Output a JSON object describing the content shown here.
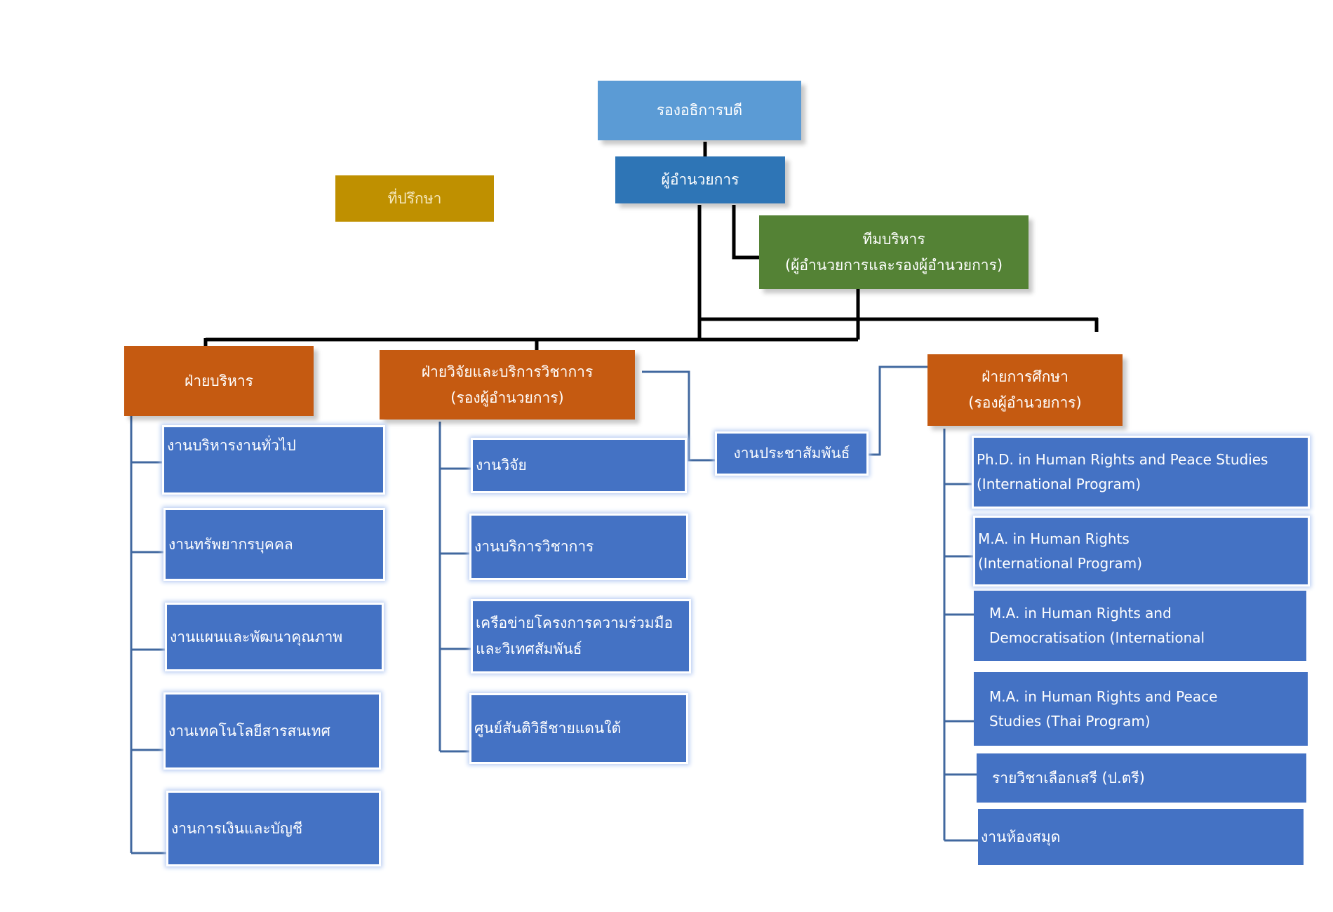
{
  "top": {
    "vice_rector": "รองอธิการบดี",
    "director": "ผู้อำนวยการ",
    "advisor": "ที่ปรึกษา",
    "management_team": [
      "ทีมบริหาร",
      "(ผู้อำนวยการและรองผู้อำนวยการ)"
    ]
  },
  "divisions": {
    "administration": {
      "title": "ฝ่ายบริหาร",
      "units": [
        "งานบริหารงานทั่วไป",
        "งานทรัพยากรบุคคล",
        "งานแผนและพัฒนาคุณภาพ",
        "งานเทคโนโลยีสารสนเทศ",
        "งานการเงินและบัญชี"
      ]
    },
    "research": {
      "title": [
        "ฝ่ายวิจัยและบริการวิชาการ",
        "(รองผู้อำนวยการ)"
      ],
      "units": [
        [
          "งานวิจัย"
        ],
        [
          "งานบริการวิชาการ"
        ],
        [
          "เครือข่ายโครงการความร่วมมือ",
          "และวิเทศสัมพันธ์"
        ],
        [
          "ศูนย์สันติวิธีชายแดนใต้"
        ]
      ]
    },
    "public_relations": "งานประชาสัมพันธ์",
    "education": {
      "title": [
        "ฝ่ายการศึกษา",
        "(รองผู้อำนวยการ)"
      ],
      "units": [
        [
          "Ph.D. in Human Rights and Peace Studies",
          "(International Program)"
        ],
        [
          "M.A. in Human Rights",
          "(International Program)"
        ],
        [
          "M.A. in Human Rights and",
          "Democratisation (International"
        ],
        [
          "M.A. in Human Rights and Peace",
          "Studies (Thai Program)"
        ],
        [
          "รายวิชาเลือกเสรี (ป.ตรี)"
        ],
        [
          "งานห้องสมุด"
        ]
      ]
    }
  },
  "colors": {
    "vice_rector": "#5b9bd5",
    "director": "#2e75b6",
    "management_team": "#548235",
    "advisor": "#bf9000",
    "division": "#c55a11",
    "unit": "#4472c4",
    "connector_main": "#000000",
    "connector_unit": "#41689f"
  }
}
